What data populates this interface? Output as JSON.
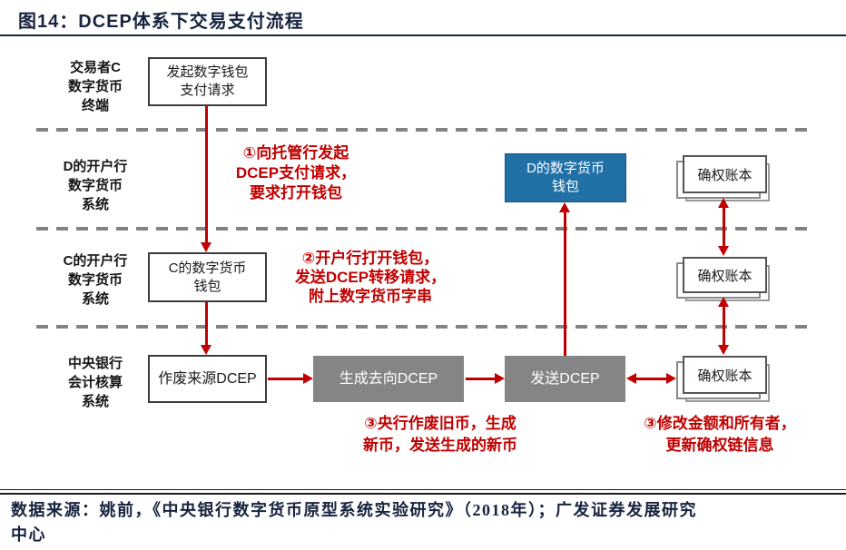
{
  "title": "图14：DCEP体系下交易支付流程",
  "colors": {
    "accent_red": "#c00000",
    "box_blue": "#2171a7",
    "box_gray": "#858585",
    "navy": "#17243e",
    "dash_gray": "#828282"
  },
  "lanes": [
    {
      "lines": [
        "交易者C",
        "数字货币",
        "终端"
      ]
    },
    {
      "lines": [
        "D的开户行",
        "数字货币",
        "系统"
      ]
    },
    {
      "lines": [
        "C的开户行",
        "数字货币",
        "系统"
      ]
    },
    {
      "lines": [
        "中央银行",
        "会计核算",
        "系统"
      ]
    }
  ],
  "nodes": {
    "initiate_request": {
      "lines": [
        "发起数字钱包",
        "支付请求"
      ]
    },
    "d_wallet": {
      "lines": [
        "D的数字货币",
        "钱包"
      ]
    },
    "c_wallet": {
      "lines": [
        "C的数字货币",
        "钱包"
      ]
    },
    "invalidate_source": {
      "label": "作废来源DCEP"
    },
    "generate_destination": {
      "label": "生成去向DCEP"
    },
    "send_dcep": {
      "label": "发送DCEP"
    },
    "ledger": {
      "label": "确权账本"
    }
  },
  "annotations": {
    "step1": {
      "lines": [
        "①向托管行发起",
        "DCEP支付请求，",
        "要求打开钱包"
      ]
    },
    "step2": {
      "lines": [
        "②开户行打开钱包，",
        "发送DCEP转移请求，",
        "附上数字货币字串"
      ]
    },
    "step3_left": {
      "lines": [
        "③央行作废旧币，生成",
        "新币，发送生成的新币"
      ]
    },
    "step3_right": {
      "lines": [
        "③修改金额和所有者，",
        "更新确权链信息"
      ]
    }
  },
  "footer": {
    "lines": [
      "数据来源：姚前，《中央银行数字货币原型系统实验研究》（2018年）；广发证券发展研究",
      "中心"
    ]
  }
}
